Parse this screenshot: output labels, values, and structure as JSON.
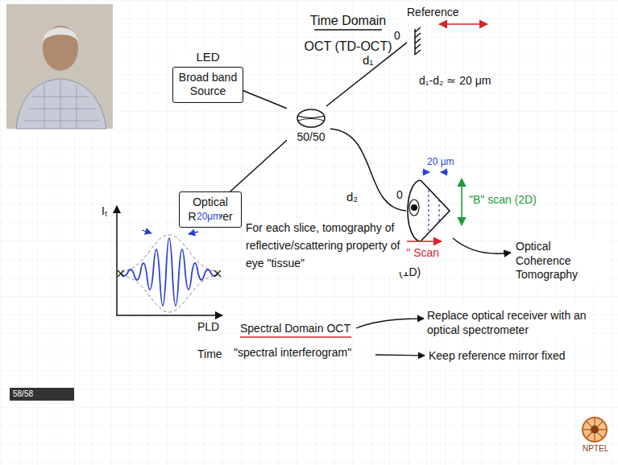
{
  "diagram": {
    "title": "Time Domain OCT (TD-OCT)",
    "nodes": [
      {
        "text": [
          "LED",
          "Broad band Source"
        ]
      },
      {
        "text": [
          "Optical Receiver"
        ]
      },
      {
        "text": [
          "50/50"
        ]
      },
      {
        "text": [
          "Reference"
        ]
      }
    ],
    "edges": [
      {
        "from": 0,
        "to": 2,
        "arrow": "none"
      },
      {
        "from": 1,
        "to": 2,
        "arrow": "none"
      },
      {
        "from": 2,
        "to": 3,
        "arrow": "none"
      }
    ],
    "labels": [
      "d₁",
      "0",
      "d₁-d₂ ≃ 20 μm",
      "20 μm",
      "\"B\" scan (2D)",
      "d₂",
      "0",
      "\"A\" Scan",
      "(1D)",
      "Optical Coherence Tomography",
      "For each slice, tomography of reflective/scattering property of eye \"tissue\"",
      "Iₜ",
      "20μm",
      "PLD",
      "Time",
      "Spectral Domain OCT",
      "\"spectral interferogram\"",
      "Replace optical receiver with an optical spectrometer",
      "Keep reference mirror fixed",
      "58/58",
      "NPTEL"
    ]
  }
}
